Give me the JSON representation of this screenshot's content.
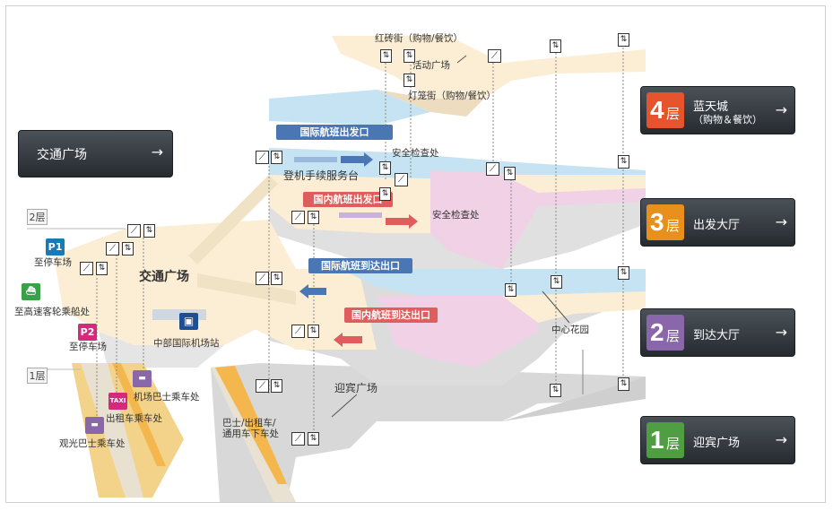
{
  "map": {
    "label_level2": "2层",
    "label_level1": "1层",
    "p1_badge": "P1",
    "p2_badge": "P2",
    "taxi_badge": "TAXI",
    "label_parking_p1": "至停车场",
    "label_parking_p2": "至停车场",
    "label_ferry": "至高速客轮乘船处",
    "label_transport_plaza": "交通广场",
    "label_train_station": "中部国际机场站",
    "label_airport_bus": "机场巴士乘车处",
    "label_taxi_stop": "出租车乘车处",
    "label_tour_bus": "观光巴士乘车处",
    "label_brick_street": "红砖街（购物/餐饮）",
    "label_event_plaza": "活动广场",
    "label_lantern_street": "灯笼街（购物/餐饮）",
    "label_intl_departure": "国际航班出发口",
    "label_checkin": "登机手续服务台",
    "label_security_1": "安全检查处",
    "label_dom_departure": "国内航班出发口",
    "label_security_2": "安全检查处",
    "label_intl_arrival": "国际航班到达出口",
    "label_dom_arrival": "国内航班到达出口",
    "label_central_garden": "中心花园",
    "label_welcome_plaza": "迎宾广场",
    "label_dropoff": "巴士/出租车/\n通用车下车处"
  },
  "nav": {
    "plaza_button": "交通广场",
    "floors": [
      {
        "num": "4",
        "unit": "层",
        "title": "蓝天城",
        "subtitle": "（购物＆餐饮）",
        "color": "#e5542d"
      },
      {
        "num": "3",
        "unit": "层",
        "title": "出发大厅",
        "subtitle": "",
        "color": "#e8901c"
      },
      {
        "num": "2",
        "unit": "层",
        "title": "到达大厅",
        "subtitle": "",
        "color": "#8a66aa"
      },
      {
        "num": "1",
        "unit": "层",
        "title": "迎宾广场",
        "subtitle": "",
        "color": "#4f9e42"
      }
    ],
    "arrow": "→"
  },
  "icons": {
    "elevator": "⇅",
    "escalator": "⟋"
  },
  "colors": {
    "intl_blue": "#4a77b4",
    "dom_red": "#e05d5d",
    "floor_cream": "#fbeed4",
    "floor_blue": "#c5e3f2",
    "floor_pink": "#f0d1e6",
    "floor_gray": "#d9d9d9"
  }
}
